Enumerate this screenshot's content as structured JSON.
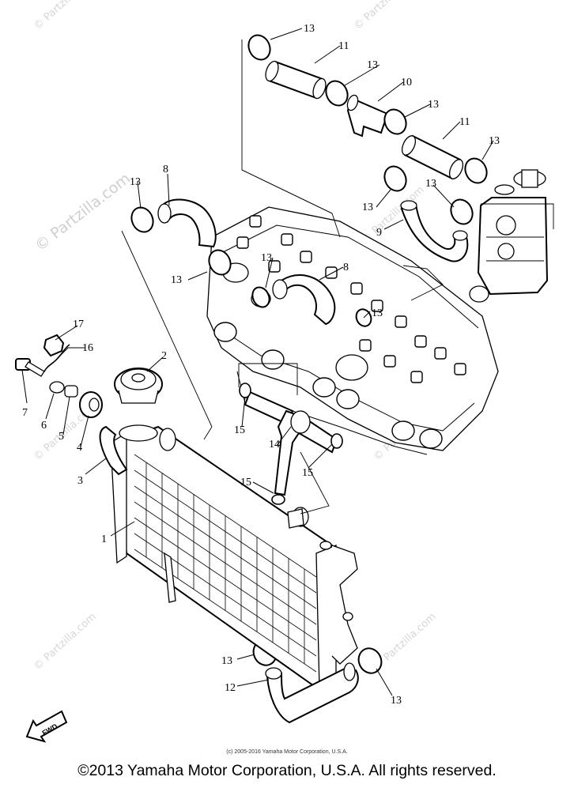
{
  "watermark": {
    "text_small": "© Partzilla.com",
    "text_large": "© Partzilla.com"
  },
  "callouts": [
    "1",
    "2",
    "3",
    "4",
    "5",
    "6",
    "7",
    "8",
    "9",
    "10",
    "11",
    "12",
    "13",
    "14",
    "15",
    "16",
    "17"
  ],
  "fwd_label": "FWD",
  "small_copyright": "(c) 2005-2016 Yamaha Motor Corporation, U.S.A.",
  "footer_copyright": "©2013 Yamaha Motor Corporation, U.S.A. All rights reserved."
}
